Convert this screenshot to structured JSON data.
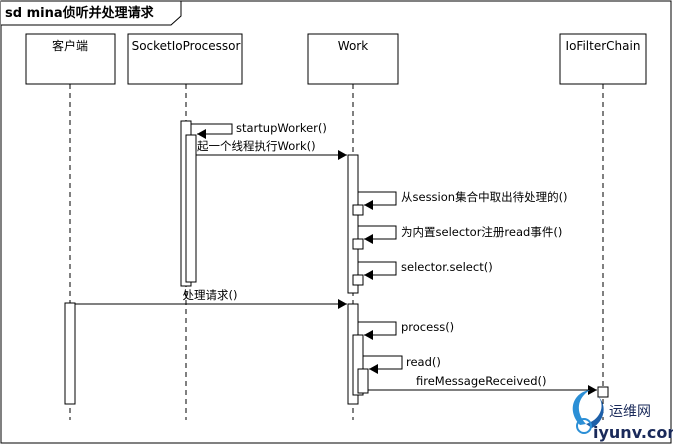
{
  "frame": {
    "title": "sd mina侦听并处理请求"
  },
  "lifelines": [
    {
      "id": "client",
      "name": "客户端"
    },
    {
      "id": "processor",
      "name": "SocketIoProcessor"
    },
    {
      "id": "work",
      "name": "Work"
    },
    {
      "id": "chain",
      "name": "IoFilterChain"
    }
  ],
  "messages": [
    {
      "id": "startup-worker",
      "label": "startupWorker()",
      "from": "processor",
      "to": "processor",
      "self": true
    },
    {
      "id": "start-thread",
      "label": "起一个线程执行Work()",
      "from": "processor",
      "to": "work",
      "self": false
    },
    {
      "id": "select-pending",
      "label": "从session集合中取出待处理的()",
      "from": "work",
      "to": "work",
      "self": true
    },
    {
      "id": "register-read",
      "label": "为内置selector注册read事件()",
      "from": "work",
      "to": "work",
      "self": true
    },
    {
      "id": "selector-select",
      "label": "selector.select()",
      "from": "work",
      "to": "work",
      "self": true
    },
    {
      "id": "handle-request",
      "label": "处理请求()",
      "from": "client",
      "to": "work",
      "self": false
    },
    {
      "id": "process",
      "label": "process()",
      "from": "work",
      "to": "work",
      "self": true
    },
    {
      "id": "read",
      "label": "read()",
      "from": "work",
      "to": "work",
      "self": true
    },
    {
      "id": "fire-message-received",
      "label": "fireMessageReceived()",
      "from": "work",
      "to": "chain",
      "self": false
    }
  ],
  "watermark": {
    "name": "运维网",
    "url": "iyunv.com"
  },
  "colors": {
    "line": "#000000",
    "background": "#ffffff",
    "watermark": "#1a2a5a"
  }
}
